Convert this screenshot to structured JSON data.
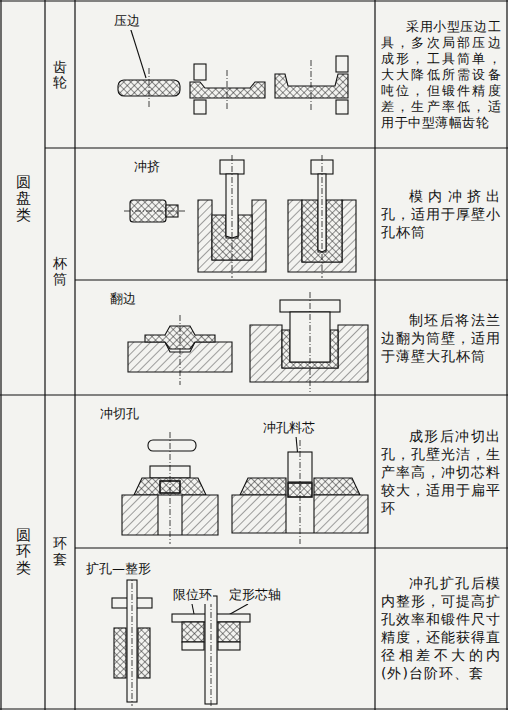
{
  "diagram": {
    "nodes": [
      {
        "text": [
          "圆盘类"
        ]
      },
      {
        "text": [
          "齿轮"
        ]
      },
      {
        "text": [
          "压边"
        ]
      },
      {
        "text": [
          "采用小型压边工具，多次局部压边成形，工具简单，大大降低所需设备吨位，但锻件精度差，生产率低，适用于中型薄幅齿轮"
        ]
      },
      {
        "text": [
          "杯筒"
        ]
      },
      {
        "text": [
          "冲挤"
        ]
      },
      {
        "text": [
          "模内冲挤出孔，适用于厚壁小孔杯筒"
        ]
      },
      {
        "text": [
          "翻边"
        ]
      },
      {
        "text": [
          "制坯后将法兰边翻为筒壁，适用于薄壁大孔杯筒"
        ]
      },
      {
        "text": [
          "圆环类"
        ]
      },
      {
        "text": [
          "环套"
        ]
      },
      {
        "text": [
          "冲切孔"
        ]
      },
      {
        "text": [
          "成形后冲切出孔，孔壁光洁，生产率高，冲切芯料较大，适用于扁平环"
        ]
      },
      {
        "text": [
          "扩孔—整形"
        ]
      },
      {
        "text": [
          "冲孔扩孔后模内整形，可提高扩孔效率和锻件尺寸精度，还能获得直径相差不大的内(外)台阶环、套"
        ]
      }
    ],
    "labels": [
      "冲孔料芯",
      "限位环",
      "定形芯轴"
    ]
  }
}
